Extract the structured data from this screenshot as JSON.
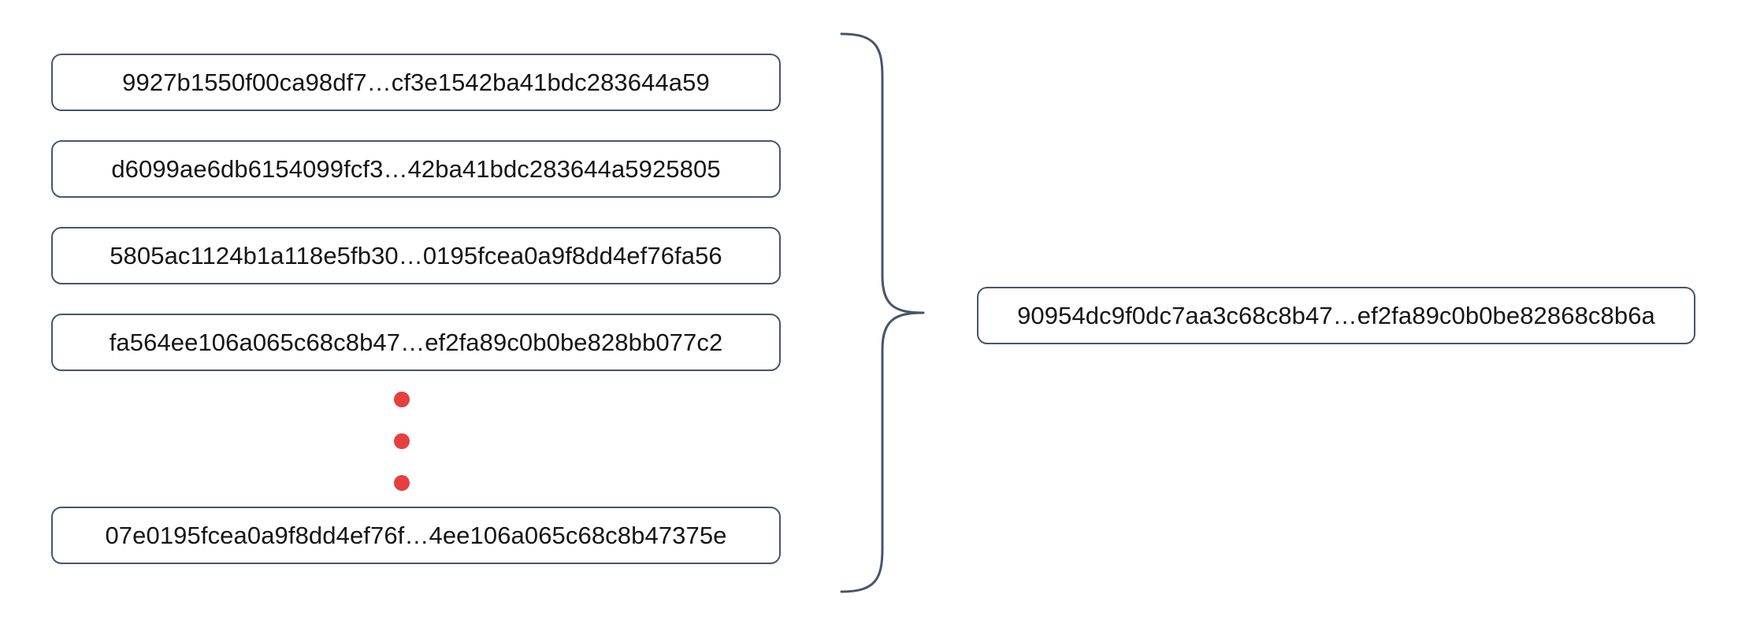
{
  "diagram": {
    "type": "many-to-one-grouping-brace",
    "background_color": "#ffffff",
    "box_border_color": "#48556b",
    "box_text_color": "#151515",
    "brace_color": "#48556b",
    "ellipsis_dot_color": "#e5403f",
    "inputs": {
      "name": "input-hash-list",
      "items": [
        {
          "label": "9927b1550f00ca98df7…cf3e1542ba41bdc283644a59"
        },
        {
          "label": "d6099ae6db6154099fcf3…42ba41bdc283644a5925805"
        },
        {
          "label": "5805ac1124b1a118e5fb30…0195fcea0a9f8dd4ef76fa56"
        },
        {
          "label": "fa564ee106a065c68c8b47…ef2fa89c0b0be828bb077c2"
        },
        {
          "label": "07e0195fcea0a9f8dd4ef76f…4ee106a065c68c8b47375e"
        }
      ],
      "ellipsis": {
        "name": "vertical-ellipsis",
        "dot_count": 3,
        "meaning": "more items omitted"
      }
    },
    "connector": {
      "name": "curly-brace",
      "orientation": "right-pointing",
      "groups_count": 5
    },
    "output": {
      "name": "output-hash",
      "label": "90954dc9f0dc7aa3c68c8b47…ef2fa89c0b0be82868c8b6a"
    }
  }
}
